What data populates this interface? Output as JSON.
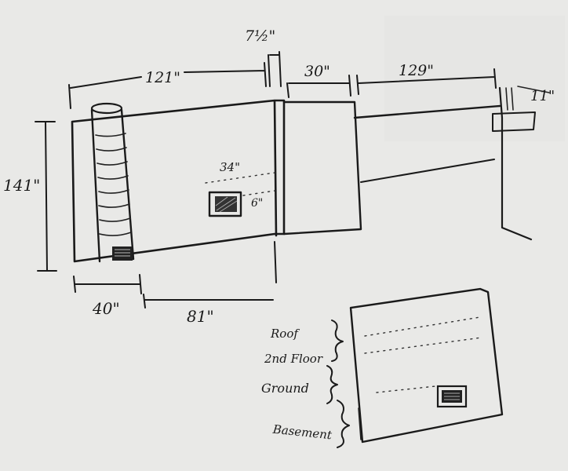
{
  "dimensions": {
    "top_left_width": "121\"",
    "notch_width": "7½\"",
    "bump_width": "30\"",
    "right_width": "129\"",
    "far_right_height": "11\"",
    "overall_height": "141\"",
    "chimney_width": "40\"",
    "chimney_to_notch": "81\"",
    "window_width": "34\"",
    "window_height": "6\""
  },
  "floors": {
    "roof": "Roof",
    "second_floor": "2nd Floor",
    "ground": "Ground",
    "basement": "Basement"
  },
  "colors": {
    "ink": "#1a1a1a",
    "paper": "#e9e9e7"
  }
}
